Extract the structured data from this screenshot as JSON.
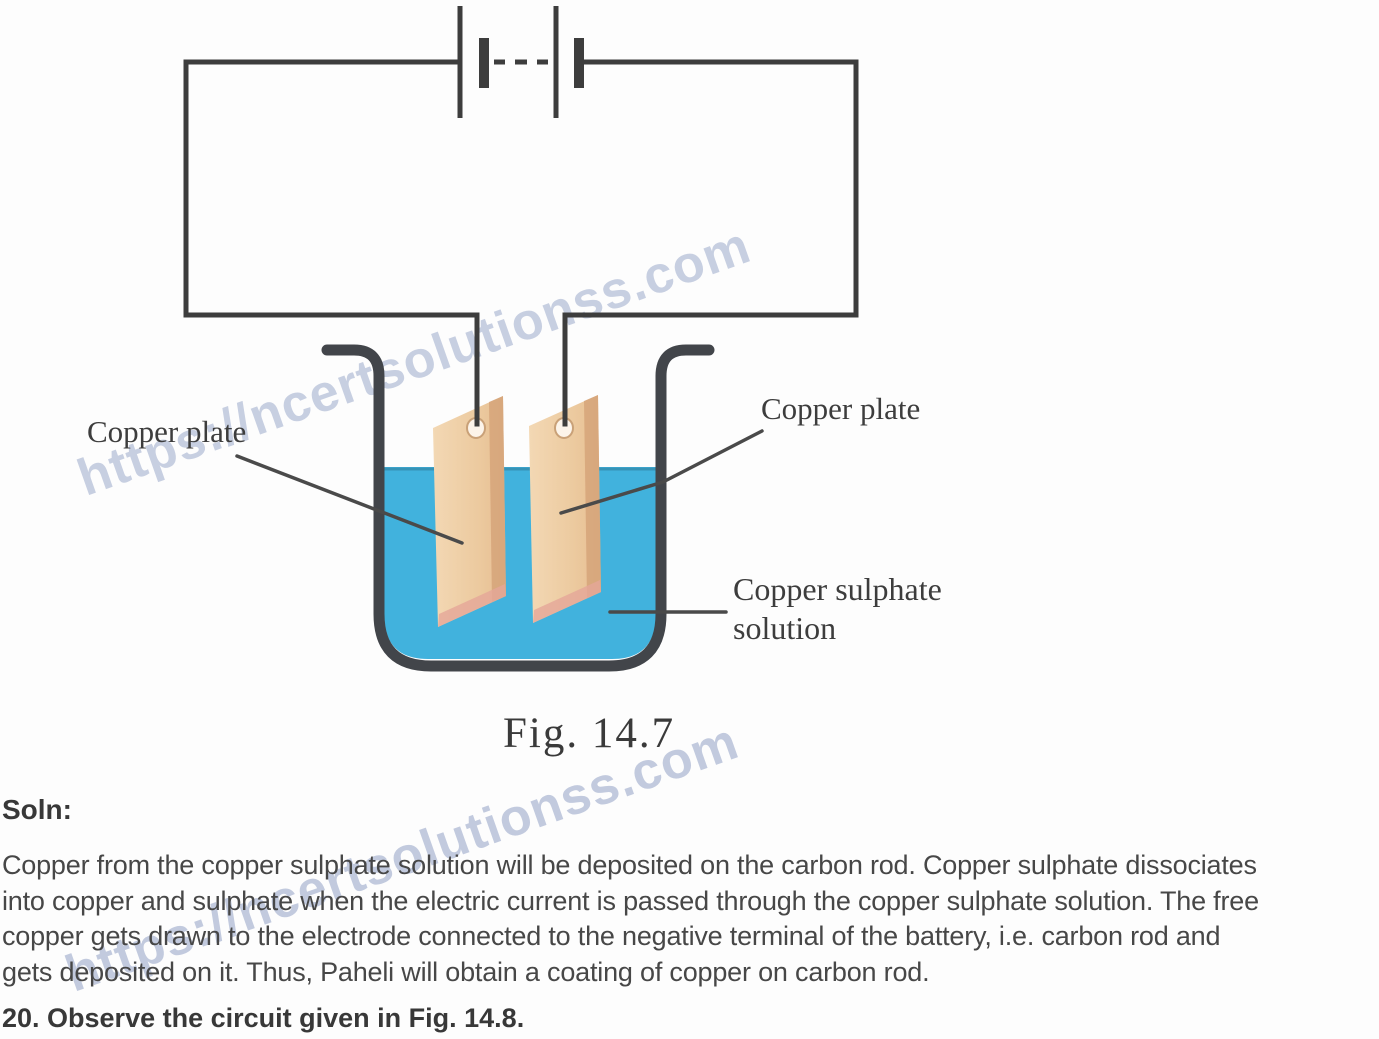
{
  "figure": {
    "caption": "Fig. 14.7",
    "labels": {
      "left_plate": "Copper plate",
      "right_plate": "Copper plate",
      "solution_line1": "Copper sulphate",
      "solution_line2": "solution"
    },
    "colors": {
      "wire": "#3d3d3d",
      "beaker_outline": "#42454a",
      "solution": "#41b2dd",
      "plate_light": "#f3d8b4",
      "plate_mid": "#e6bd92",
      "plate_dark": "#d3a075",
      "plate_pink": "#e5a698",
      "watermark": "#93a2c6"
    }
  },
  "watermark": {
    "text": "https://ncertsolutionss.com"
  },
  "solution_section": {
    "heading": "Soln:",
    "lines": [
      "Copper from the copper sulphate solution will be deposited on the carbon rod. Copper sulphate dissociates",
      "into copper and sulphate when the electric current is passed through the copper sulphate solution. The free",
      "copper gets drawn to the electrode connected to the negative terminal of the battery, i.e. carbon rod and",
      "gets deposited on it. Thus, Paheli will obtain a coating of copper on carbon rod."
    ],
    "next_question": "20. Observe the circuit given in Fig. 14.8."
  }
}
